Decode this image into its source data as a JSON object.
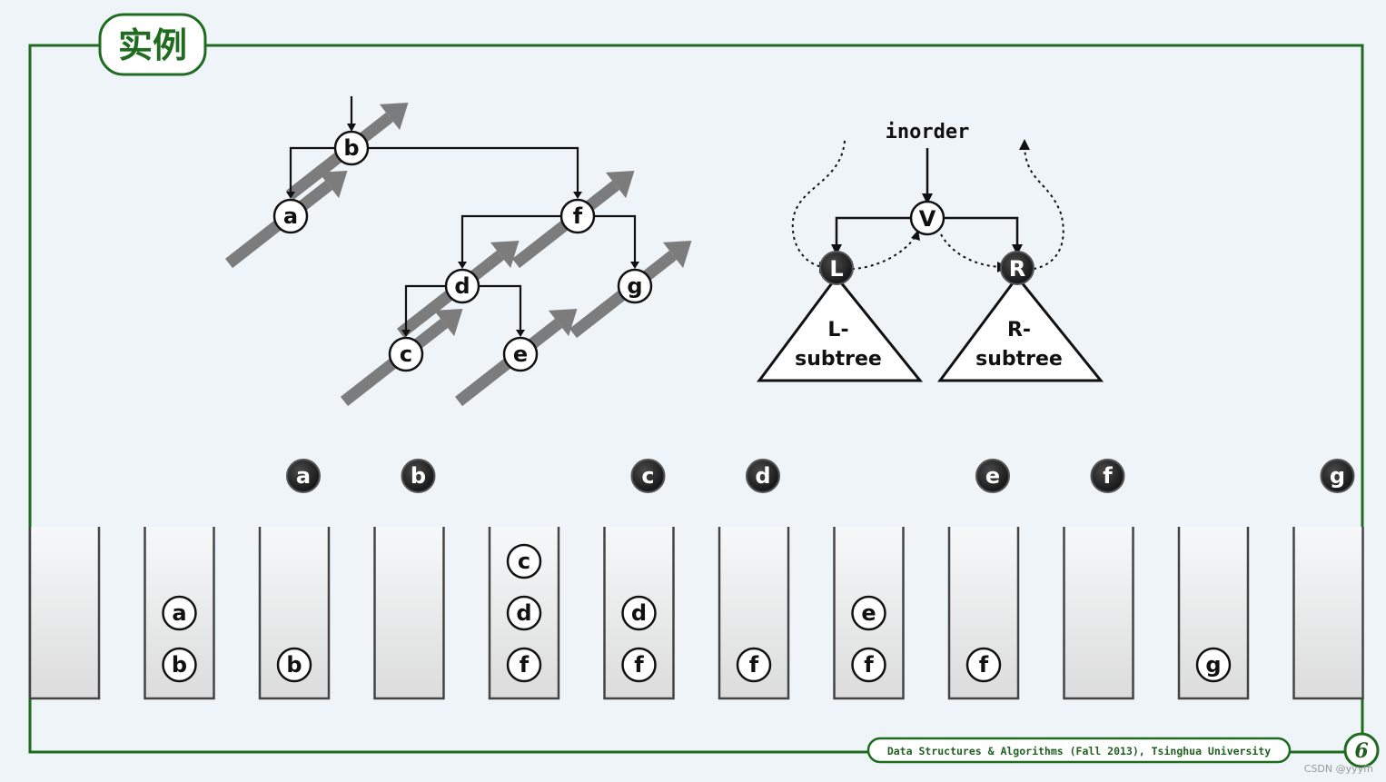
{
  "slide": {
    "title": "实例",
    "footer": "Data Structures & Algorithms (Fall 2013), Tsinghua University",
    "page_number": "6",
    "watermark": "CSDN @yyyfh"
  },
  "colors": {
    "frame_green": "#1f6b1f",
    "arrow_gray": "#7c7c7c",
    "node_dark": "#2a2a2a",
    "background": "#eef4f8"
  },
  "tree": {
    "nodes": [
      {
        "id": "b",
        "label": "b"
      },
      {
        "id": "a",
        "label": "a"
      },
      {
        "id": "f",
        "label": "f"
      },
      {
        "id": "d",
        "label": "d"
      },
      {
        "id": "g",
        "label": "g"
      },
      {
        "id": "c",
        "label": "c"
      },
      {
        "id": "e",
        "label": "e"
      }
    ],
    "edges": [
      [
        "b",
        "a"
      ],
      [
        "b",
        "f"
      ],
      [
        "f",
        "d"
      ],
      [
        "f",
        "g"
      ],
      [
        "d",
        "c"
      ],
      [
        "d",
        "e"
      ]
    ]
  },
  "inorder_diagram": {
    "label": "inorder",
    "root": "V",
    "left": "L",
    "right": "R",
    "left_subtree_line1": "L-",
    "left_subtree_line2": "subtree",
    "right_subtree_line1": "R-",
    "right_subtree_line2": "subtree"
  },
  "sequence": {
    "steps": [
      {
        "visited": "",
        "stack": []
      },
      {
        "visited": "",
        "stack": [
          "a",
          "b"
        ]
      },
      {
        "visited": "a",
        "stack": [
          "b"
        ]
      },
      {
        "visited": "b",
        "stack": []
      },
      {
        "visited": "",
        "stack": [
          "c",
          "d",
          "f"
        ]
      },
      {
        "visited": "c",
        "stack": [
          "d",
          "f"
        ]
      },
      {
        "visited": "d",
        "stack": [
          "f"
        ]
      },
      {
        "visited": "",
        "stack": [
          "e",
          "f"
        ]
      },
      {
        "visited": "e",
        "stack": [
          "f"
        ]
      },
      {
        "visited": "f",
        "stack": []
      },
      {
        "visited": "",
        "stack": [
          "g"
        ]
      },
      {
        "visited": "g",
        "stack": []
      }
    ]
  }
}
